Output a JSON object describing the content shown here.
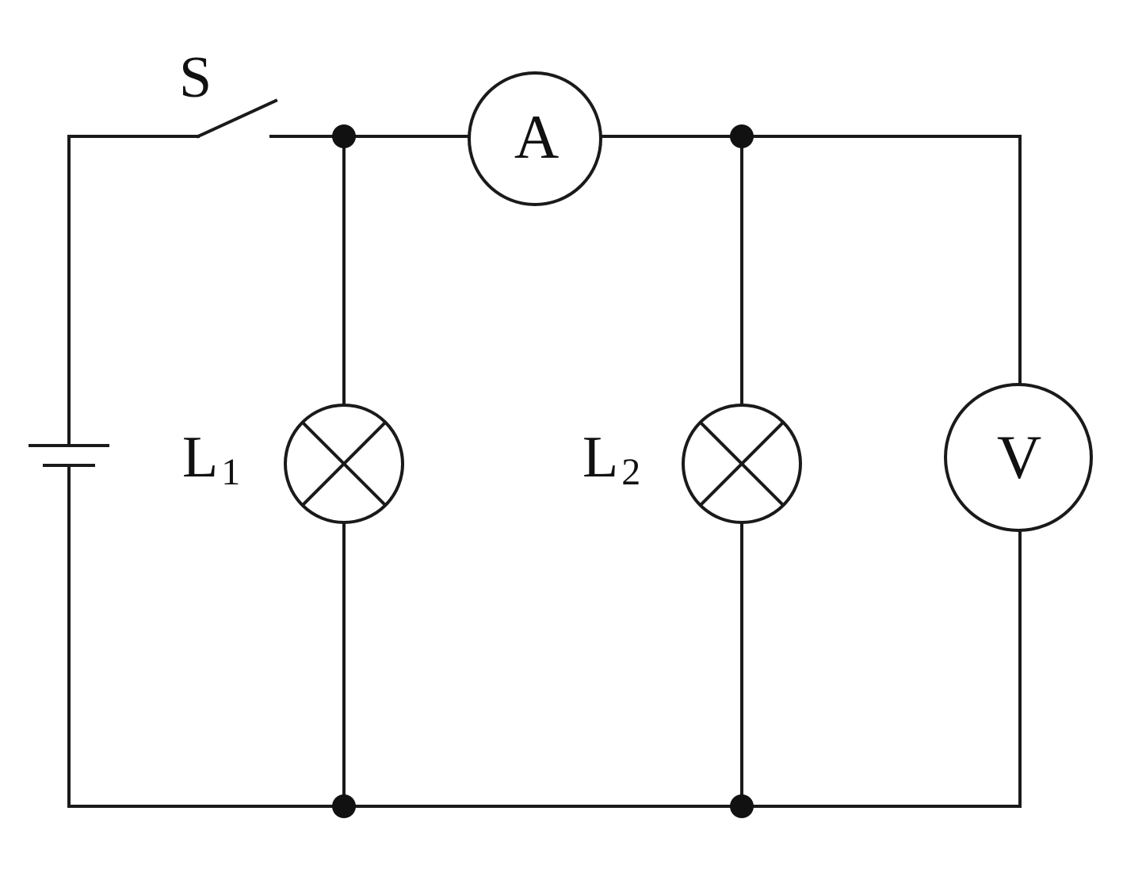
{
  "labels": {
    "switch": "S",
    "ammeter": "A",
    "voltmeter": "V",
    "lamp1": {
      "letter": "L",
      "subscript": "1"
    },
    "lamp2": {
      "letter": "L",
      "subscript": "2"
    }
  },
  "colors": {
    "line": "#1a1a1a",
    "background": "#ffffff"
  }
}
